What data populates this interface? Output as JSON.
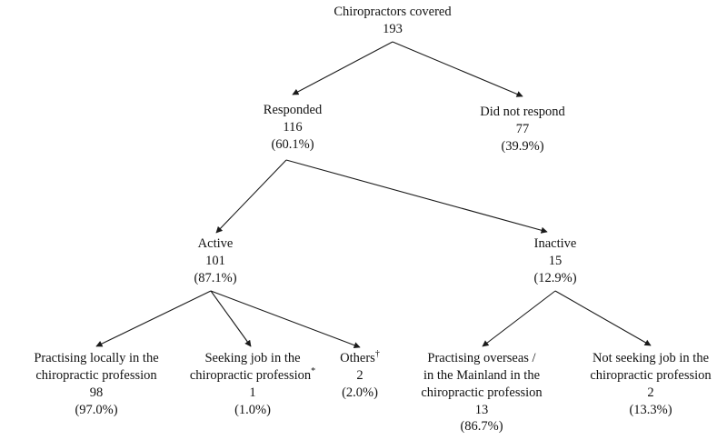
{
  "diagram": {
    "type": "flowchart",
    "title": "Chiropractors covered flow diagram",
    "line_color": "#1a1a1a",
    "background": "#ffffff",
    "footnote_markers": [
      "*",
      "†"
    ],
    "nodes": [
      {
        "id": "root",
        "label": "Chiropractors covered",
        "count": "193",
        "percent": ""
      },
      {
        "id": "responded",
        "label": "Responded",
        "count": "116",
        "percent": "(60.1%)"
      },
      {
        "id": "did-not-respond",
        "label": "Did not respond",
        "count": "77",
        "percent": "(39.9%)"
      },
      {
        "id": "active",
        "label": "Active",
        "count": "101",
        "percent": "(87.1%)"
      },
      {
        "id": "inactive",
        "label": "Inactive",
        "count": "15",
        "percent": "(12.9%)"
      },
      {
        "id": "practising-locally",
        "label_line1": "Practising locally in the",
        "label_line2": "chiropractic profession",
        "count": "98",
        "percent": "(97.0%)"
      },
      {
        "id": "seeking-job",
        "label_line1": "Seeking job in the",
        "label_line2": "chiropractic profession",
        "marker": "*",
        "count": "1",
        "percent": "(1.0%)"
      },
      {
        "id": "others",
        "label_line1": "Others",
        "marker": "†",
        "count": "2",
        "percent": "(2.0%)"
      },
      {
        "id": "practising-overseas",
        "label_line1": "Practising overseas /",
        "label_line2": "in the Mainland in the",
        "label_line3": "chiropractic profession",
        "count": "13",
        "percent": "(86.7%)"
      },
      {
        "id": "not-seeking-job",
        "label_line1": "Not seeking job in the",
        "label_line2": "chiropractic profession",
        "count": "2",
        "percent": "(13.3%)"
      }
    ],
    "edges": [
      {
        "from": "root",
        "to": "responded"
      },
      {
        "from": "root",
        "to": "did-not-respond"
      },
      {
        "from": "responded",
        "to": "active"
      },
      {
        "from": "responded",
        "to": "inactive"
      },
      {
        "from": "active",
        "to": "practising-locally"
      },
      {
        "from": "active",
        "to": "seeking-job"
      },
      {
        "from": "active",
        "to": "others"
      },
      {
        "from": "inactive",
        "to": "practising-overseas"
      },
      {
        "from": "inactive",
        "to": "not-seeking-job"
      }
    ]
  }
}
